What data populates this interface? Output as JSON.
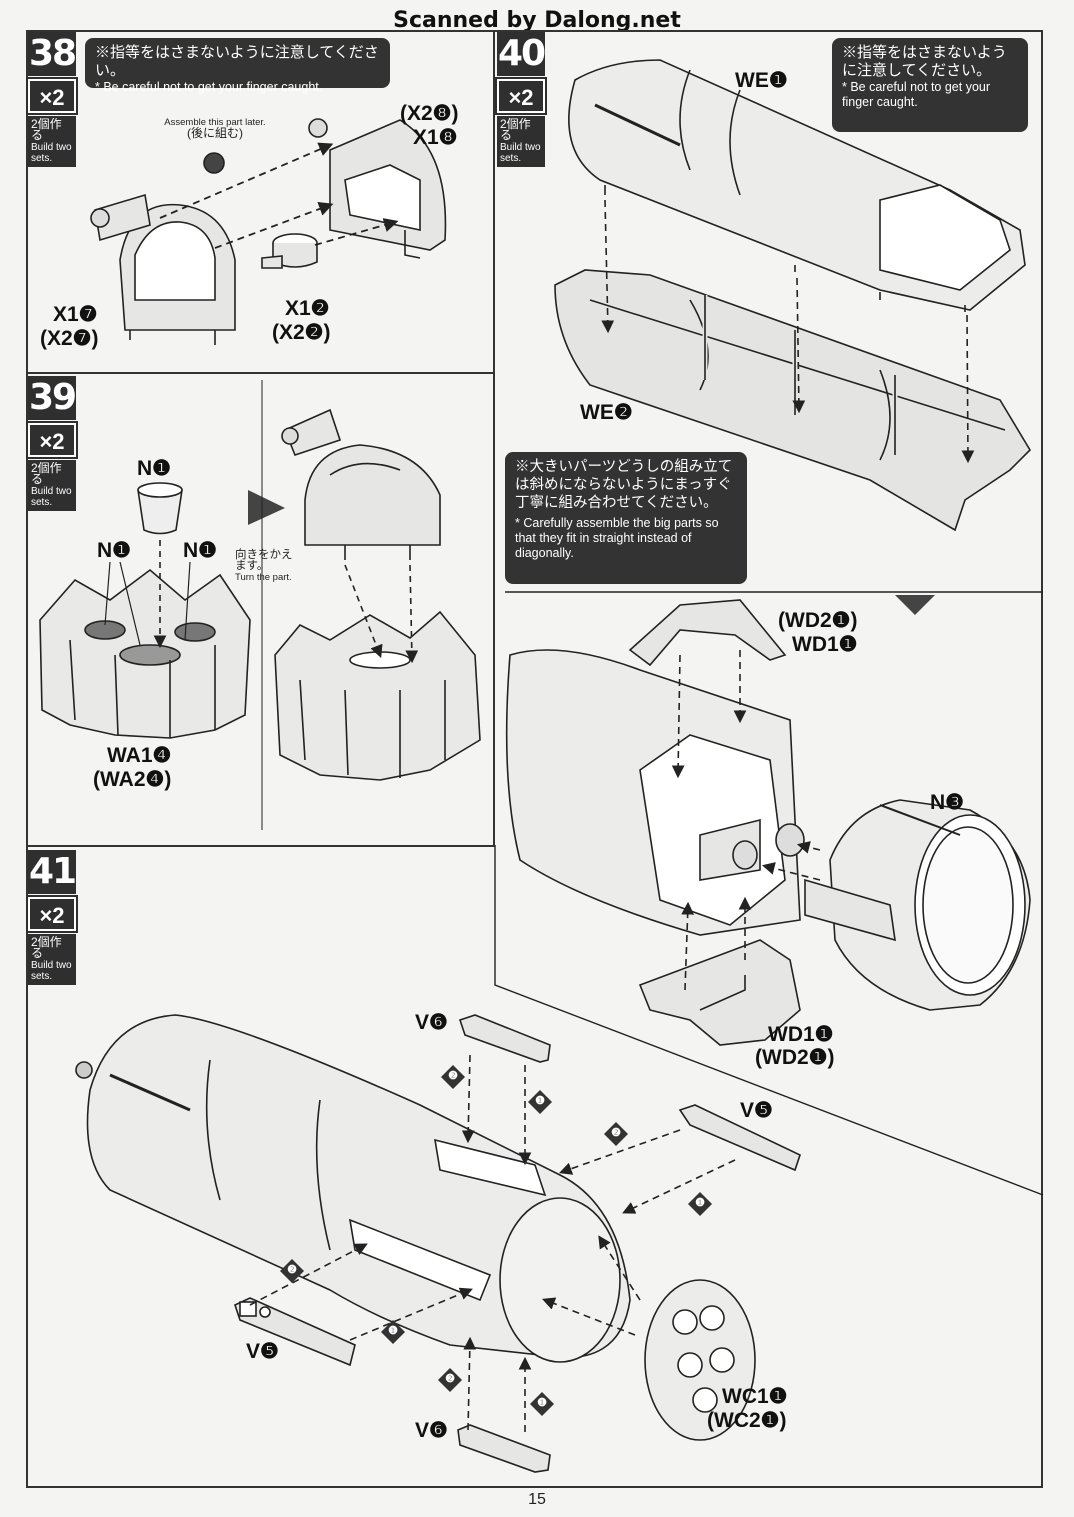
{
  "watermark": "Scanned by Dalong.net",
  "page_number": "15",
  "build_two": {
    "count": "×2",
    "jp": "2個作る",
    "en": "Build two sets."
  },
  "steps": {
    "s38": {
      "number": "38",
      "note_jp": "※指等をはさまないように注意してください。",
      "note_en": "* Be careful not to get your finger caught.",
      "later_en": "Assemble this part later.",
      "later_jp": "(後に組む)",
      "labels": {
        "x2_8": "(X2❽)",
        "x1_8": "X1❽",
        "x1_7": "X1❼",
        "x2_7": "(X2❼)",
        "x1_2": "X1❷",
        "x2_2": "(X2❷)"
      }
    },
    "s39": {
      "number": "39",
      "labels": {
        "n1_top": "N❶",
        "n1_left": "N❶",
        "n1_right": "N❶",
        "wa1": "WA1❹",
        "wa2": "(WA2❹)"
      },
      "turn_jp": "向きをかえます。",
      "turn_en": "Turn the part."
    },
    "s40": {
      "number": "40",
      "note_jp": "※指等をはさまないように注意してください。",
      "note_en": "* Be careful not to get your finger caught.",
      "note2_jp": "※大きいパーツどうしの組み立ては斜めにならないようにまっすぐ丁寧に組み合わせてください。",
      "note2_en": "* Carefully assemble the big parts so that they fit in straight instead of diagonally.",
      "labels": {
        "we1": "WE❶",
        "we2": "WE❷",
        "wd2_top": "(WD2❶)",
        "wd1_top": "WD1❶",
        "n3": "N❸",
        "wd1_bot": "WD1❶",
        "wd2_bot": "(WD2❶)"
      }
    },
    "s41": {
      "number": "41",
      "labels": {
        "v6_top": "V❻",
        "v5_right": "V❺",
        "v5_left": "V❺",
        "v6_bot": "V❻",
        "wc1": "WC1❶",
        "wc2": "(WC2❶)"
      },
      "order_marks": [
        "❷",
        "❶"
      ]
    }
  }
}
